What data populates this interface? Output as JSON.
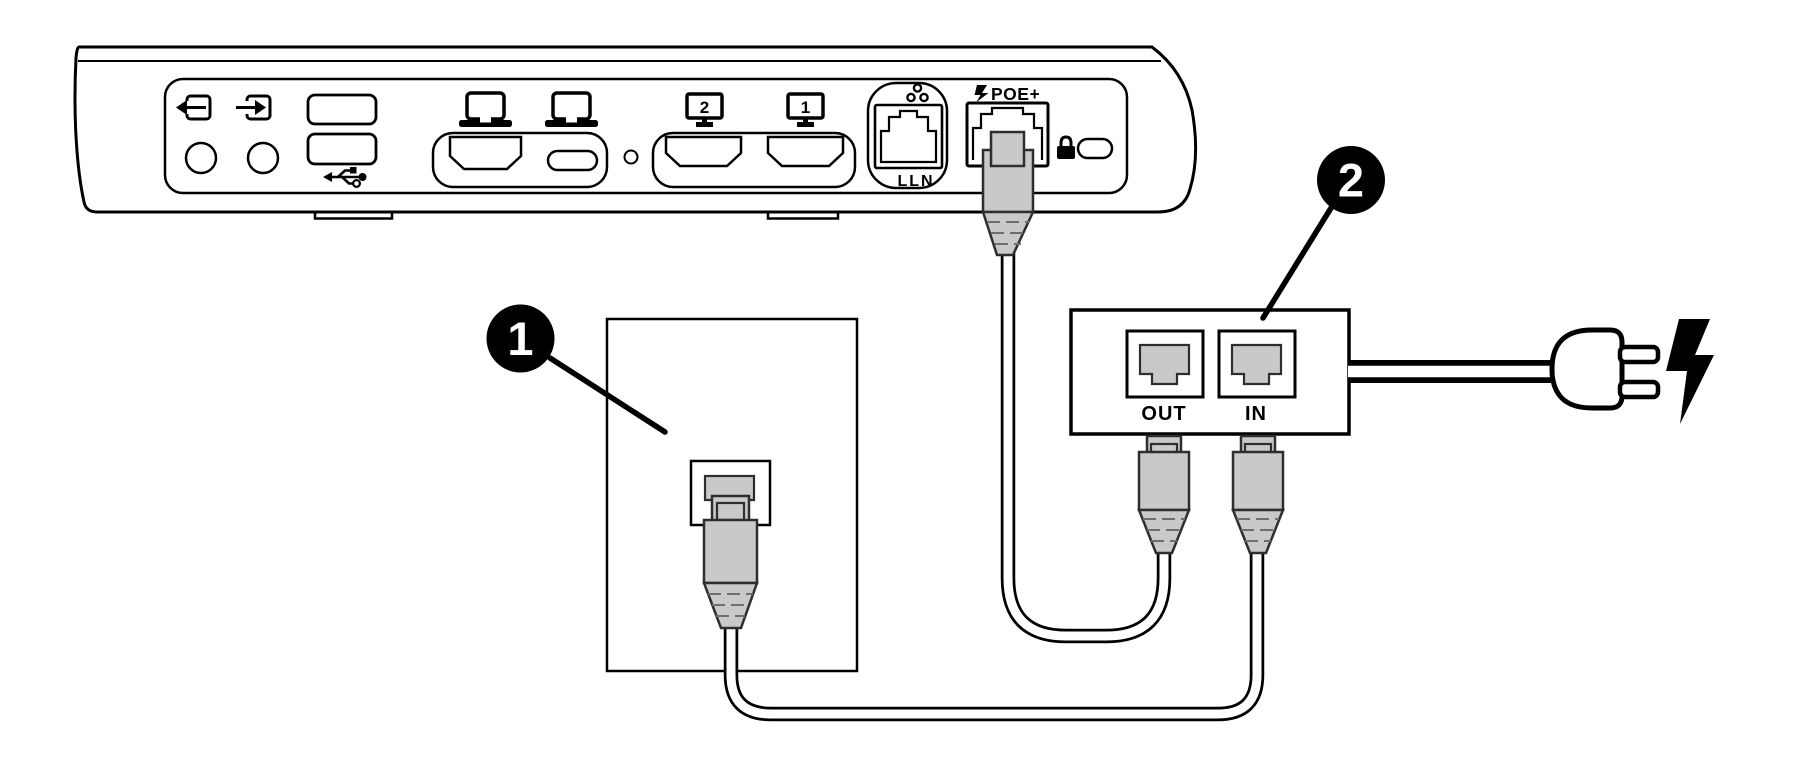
{
  "colors": {
    "background": "#ffffff",
    "line": "#000000",
    "connector_fill": "#c9c9c9",
    "connector_outline": "#2e2e2e",
    "boot_dash": "#6e6e6e",
    "callout_fill": "#000000",
    "callout_text": "#ffffff"
  },
  "device": {
    "display2_label": "2",
    "display1_label": "1",
    "lan_label": "LLN",
    "poe_label": "POE+",
    "icons": [
      "audio-line-out-icon",
      "audio-line-in-icon",
      "usb-icon",
      "laptop-icon",
      "display-icon",
      "network-icon",
      "lightning-icon",
      "lock-icon"
    ]
  },
  "injector": {
    "out_label": "OUT",
    "in_label": "IN",
    "icons": [
      "power-plug-icon",
      "lightning-icon"
    ]
  },
  "callouts": {
    "wall_outlet_number": "1",
    "injector_number": "2"
  }
}
